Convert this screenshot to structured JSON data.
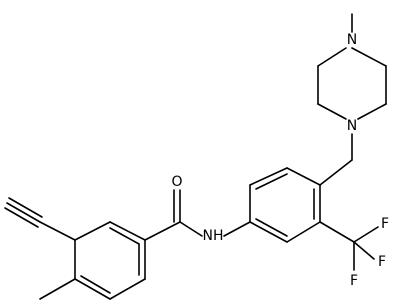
{
  "molecule": {
    "atoms": {
      "n_pip_top": "N",
      "n_pip_bottom": "N",
      "o_carbonyl": "O",
      "n_amide": "NH",
      "f_top": "F",
      "f_middle": "F",
      "f_bottom": "F"
    }
  }
}
